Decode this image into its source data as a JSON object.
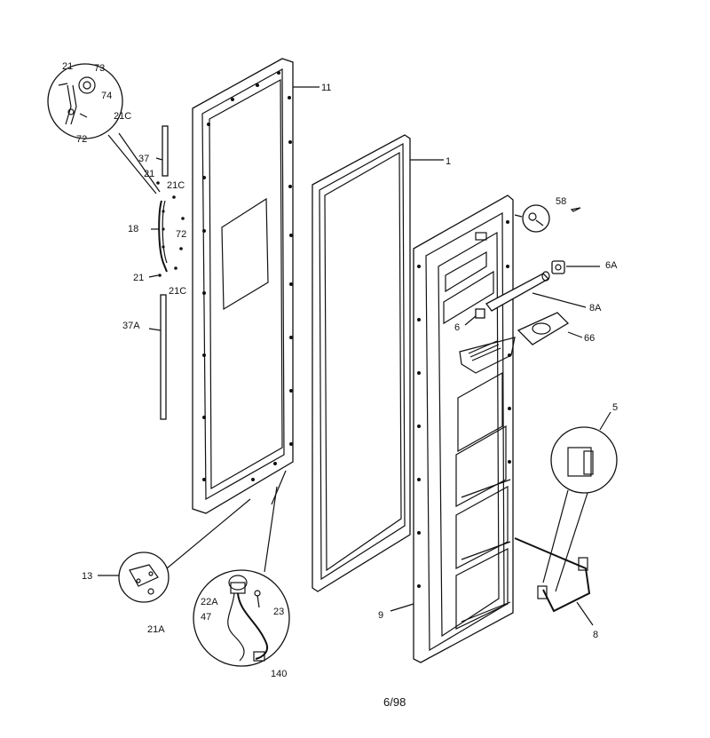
{
  "callouts": {
    "c11": "11",
    "c1": "1",
    "c58": "58",
    "c6A": "6A",
    "c8A": "8A",
    "c6": "6",
    "c66": "66",
    "c5": "5",
    "c8": "8",
    "c9": "9",
    "c13": "13",
    "c21A": "21A",
    "c22A": "22A",
    "c47": "47",
    "c23": "23",
    "c140": "140",
    "c37": "37",
    "c21_top": "21",
    "c21C_top": "21C",
    "c18": "18",
    "c72_mid": "72",
    "c21_bot": "21",
    "c21C_bot": "21C",
    "c37A": "37A",
    "c21_inset": "21",
    "c73": "73",
    "c74": "74",
    "c21C_inset": "21C",
    "c72_inset": "72"
  },
  "footer": {
    "date_code": "6/98"
  }
}
